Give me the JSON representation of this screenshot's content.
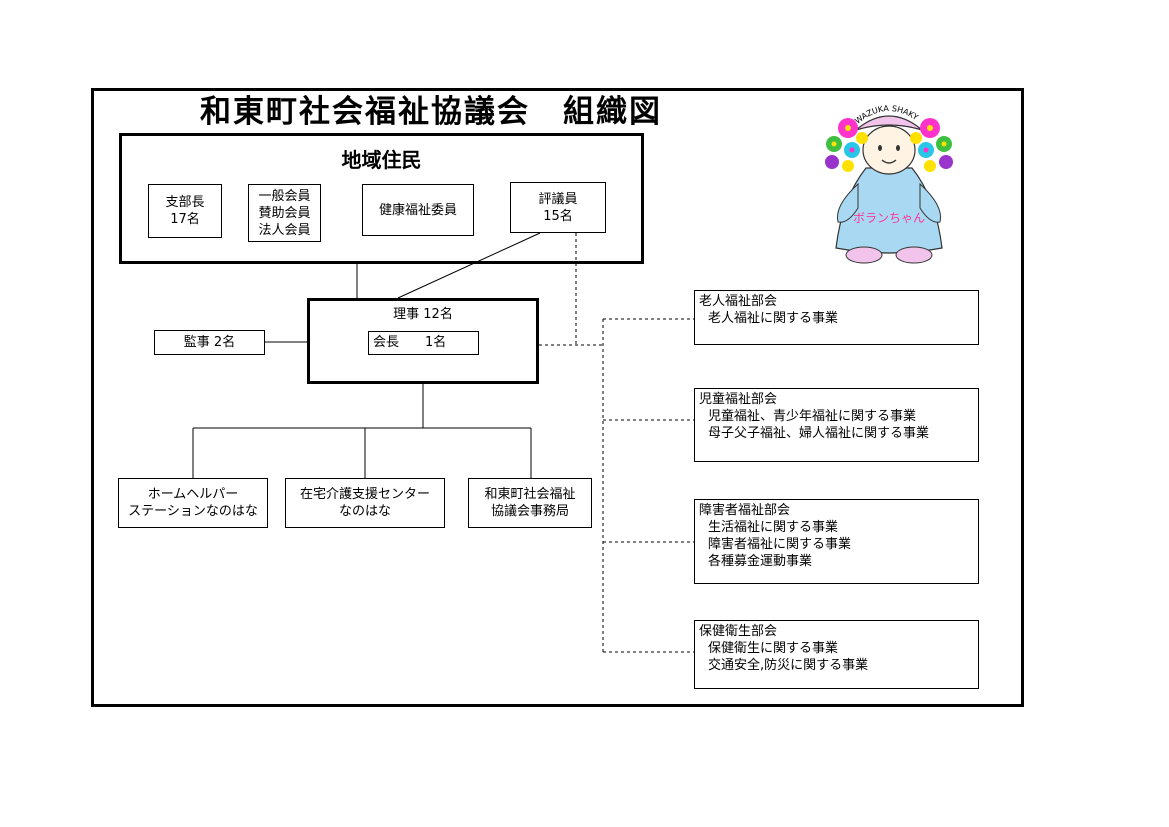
{
  "title": "和東町社会福祉協議会　組織図",
  "region": {
    "title": "地域住民",
    "boxes": [
      {
        "lines": [
          "支部長",
          "17名"
        ]
      },
      {
        "lines": [
          "一般会員",
          "賛助会員",
          "法人会員"
        ]
      },
      {
        "lines": [
          "健康福祉委員"
        ]
      },
      {
        "lines": [
          "評議員",
          "15名"
        ]
      }
    ]
  },
  "board": {
    "title": "理事  12名",
    "chair": "会長　　1名"
  },
  "auditor": "監事  2名",
  "units": [
    {
      "lines": [
        "ホームヘルパー",
        "ステーションなのはな"
      ]
    },
    {
      "lines": [
        "在宅介護支援センター",
        "なのはな"
      ]
    },
    {
      "lines": [
        "和東町社会福祉",
        "協議会事務局"
      ]
    }
  ],
  "departments": [
    {
      "name": "老人福祉部会",
      "items": [
        "老人福祉に関する事業"
      ]
    },
    {
      "name": "児童福祉部会",
      "items": [
        "児童福祉、青少年福祉に関する事業",
        "母子父子福祉、婦人福祉に関する事業"
      ]
    },
    {
      "name": "障害者福祉部会",
      "items": [
        "生活福祉に関する事業",
        "障害者福祉に関する事業",
        "各種募金運動事業"
      ]
    },
    {
      "name": "保健衛生部会",
      "items": [
        "保健衛生に関する事業",
        "交通安全,防災に関する事業"
      ]
    }
  ],
  "mascot": {
    "cap_text": "WAZUKA SHAKYO",
    "name": "ボランちゃん",
    "colors": {
      "dress": "#a9d8f2",
      "cap": "#f2c4ec",
      "flower_pink": "#ff33cc",
      "flower_yellow": "#ffe100",
      "flower_green": "#3fbf3f",
      "flower_cyan": "#29c6e8",
      "flower_purple": "#9933cc",
      "name_text": "#ff3399"
    }
  }
}
